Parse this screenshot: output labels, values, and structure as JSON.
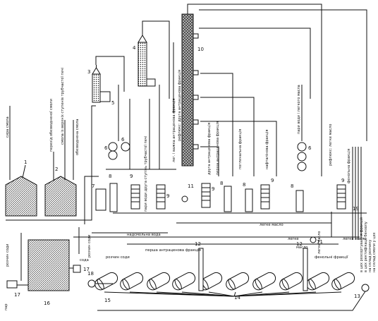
{
  "equipment_numbers": {
    "n1": "1",
    "n2": "2",
    "n3": "3",
    "n4": "4",
    "n5": "5",
    "n6a": "6",
    "n6b": "6",
    "n6c": "6",
    "n7": "7",
    "n8a": "8",
    "n8b": "8",
    "n8c": "8",
    "n8d": "8",
    "n9a": "9",
    "n9b": "9",
    "n9c": "9",
    "n9d": "9",
    "n9e": "9",
    "n10": "10",
    "n11a": "11",
    "n11b": "11",
    "n12a": "12",
    "n12b": "12",
    "n13": "13",
    "n14": "14",
    "n15": "15",
    "n16": "16",
    "n17": "17",
    "n17b": "17",
    "n18": "18",
    "n19": "19"
  },
  "labels": {
    "sira_smola": "сира смола",
    "perehid": "перехід обезводненої смоли",
    "smola_iz_verhnih": "смола із верхніх ступенів трубчастої печі",
    "obezvodnena": "обезводнена смола",
    "legka_fraktsiya": "лег. і важка антраценова фракція",
    "refluks": "рефлюкс: друга антраценова фракція",
    "druga_antr": "друга антраценова фракція",
    "persha_antr": "перша антраценова фракція",
    "poglynalna": "поглинальна фракція",
    "naftalinova": "нафталінова фракція",
    "pary_vody": "пари води і легкого масла",
    "refluks_legke": "рефлюкс: легке масло",
    "fenolna": "фенольна фракція",
    "pary_vody_druga": "пари води друга ступінь трубчастої печі",
    "legke_maslo": "легке масло",
    "legke_maslo2": "легке масло",
    "nadsmol_voda": "надсмольна вода",
    "rozchyn_sody": "розчин соди",
    "rozchyn_sody2": "розчин соди",
    "rozchyn_sody3": "розчин соди",
    "persha_antr_fr": "перша антраценова фракція",
    "fenolni_fraktsii": "фенольні фракції",
    "maslo": "масло",
    "para": "пар",
    "legke": "легке",
    "right_a": "в цех розсортування фракцій",
    "right_b": "в цех ректифікації бензолу",
    "right_c": "на склад розчину",
    "right_d": "на склад смоли у цех",
    "soda": "сода",
    "maslo_small": "легке масло"
  },
  "colors": {
    "ink": "#111111",
    "paper": "#ffffff"
  }
}
